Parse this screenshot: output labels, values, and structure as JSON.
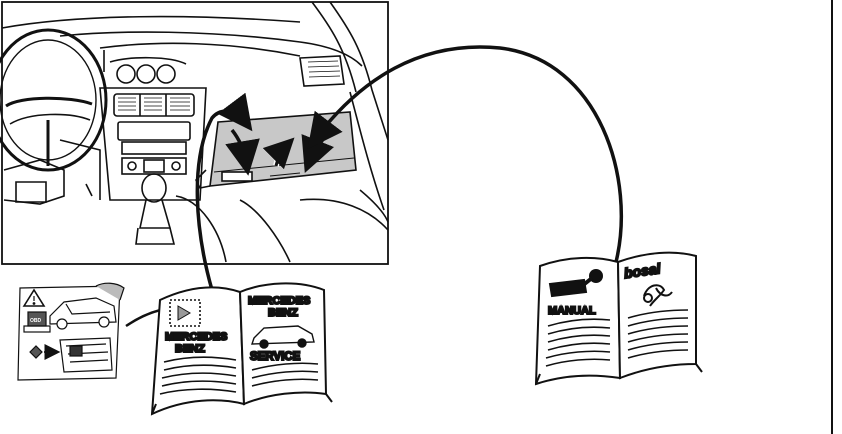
{
  "book_left": {
    "page_left_label_1": "MERCEDES",
    "page_left_label_2": "BENZ",
    "page_right_label_1": "MERCEDES",
    "page_right_label_2": "BENZ",
    "page_right_label_3": "SERVICE"
  },
  "book_right": {
    "manual_label": "MANUAL",
    "brand_label": "bosal"
  },
  "instruction_panel": {
    "obd_tag": "OBD"
  },
  "colors": {
    "line": "#111111",
    "background": "#ffffff",
    "glovebox_gray": "#c8c8c8"
  }
}
